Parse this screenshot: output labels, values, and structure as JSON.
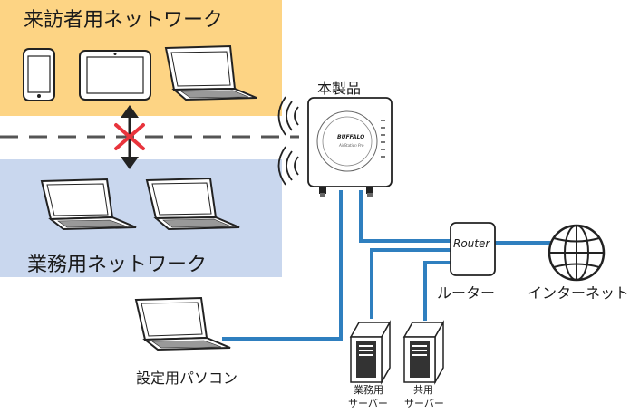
{
  "labels": {
    "guest_network": "来訪者用ネットワーク",
    "business_network": "業務用ネットワーク",
    "device": "本製品",
    "router_label": "ルーター",
    "router_text": "Router",
    "internet": "インターネット",
    "setup_pc": "設定用パソコン",
    "business_server_line1": "業務用",
    "business_server_line2": "サーバー",
    "shared_server_line1": "共用",
    "shared_server_line2": "サーバー",
    "brand": "BUFFALO",
    "device_subtext": "AirStation Pro"
  },
  "colors": {
    "guest_zone": "#fdd484",
    "business_zone": "#c9d7ee",
    "cable": "#2f7fbf",
    "block_mark": "#e8343c"
  },
  "icons": {
    "isolation": "blocked-connection-icon",
    "wireless": "wifi-waves-icon",
    "internet": "globe-icon"
  }
}
